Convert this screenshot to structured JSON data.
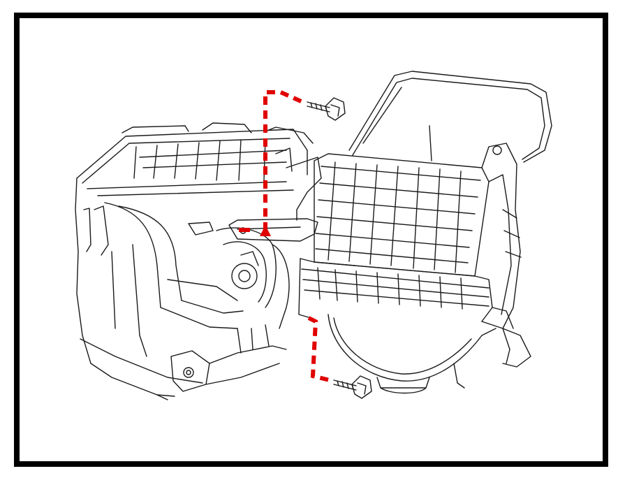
{
  "diagram": {
    "frame_color": "#000000",
    "line_color": "#1a1a1a",
    "leader_color": "#e00000",
    "parts": [
      {
        "name": "heater-core-housing"
      },
      {
        "name": "blower-housing"
      },
      {
        "name": "upper-screw"
      },
      {
        "name": "lower-screw"
      }
    ],
    "callouts": [
      {
        "name": "upper-fastener-leader",
        "style": "dashed"
      },
      {
        "name": "lower-fastener-leader",
        "style": "dashed"
      }
    ]
  }
}
